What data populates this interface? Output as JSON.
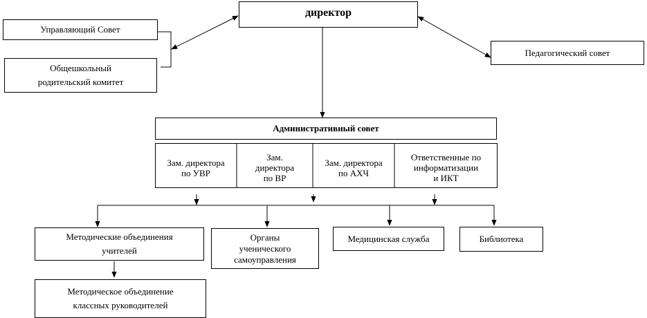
{
  "director": "директор",
  "board": "Управляющий Совет",
  "parents_committee": [
    "Общешкольный",
    "родительский комитет"
  ],
  "ped_council": "Педагогический  совет",
  "admin_council": "Административный совет",
  "deputies": [
    [
      "Зам. директора",
      "по УВР"
    ],
    [
      "Зам.",
      "директора",
      "по ВР"
    ],
    [
      "Зам. директора",
      "по АХЧ"
    ],
    [
      "Ответственные по",
      "информатизации",
      "и ИКТ"
    ]
  ],
  "method_teachers": [
    "Методические объединения",
    "учителей"
  ],
  "student_gov": [
    "Органы",
    "ученического",
    "самоуправления"
  ],
  "medical": "Медицинская служба",
  "library": "Библиотека",
  "method_class": [
    "Методическое объединение",
    "классных руководителей"
  ]
}
